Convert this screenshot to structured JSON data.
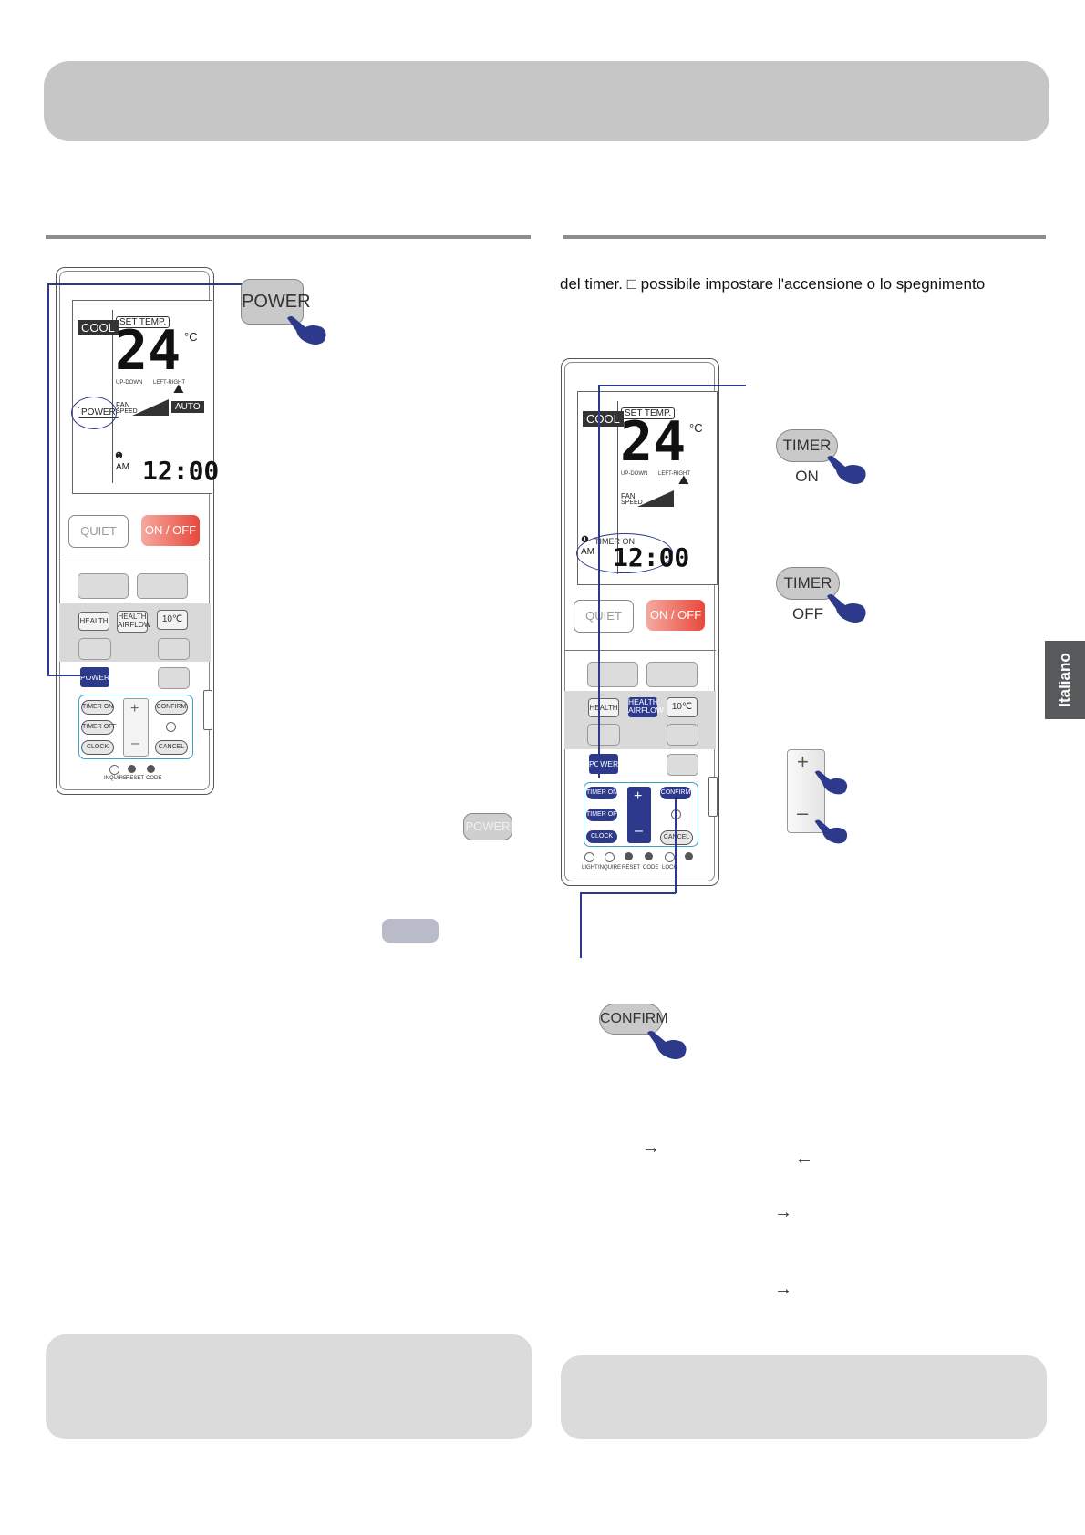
{
  "side_tab": {
    "label": "Italiano"
  },
  "timer_intro": {
    "text": "del timer. □ possibile impostare l'accensione o lo spegnimento"
  },
  "remote": {
    "mode": "COOL",
    "set_temp_label": "SET TEMP.",
    "temperature": "24",
    "temp_unit": "°C",
    "updown_label": "UP-DOWN",
    "leftright_label": "LEFT-RIGHT",
    "fan_label": "FAN",
    "speed_label": "SPEED",
    "power_indicator": "POWER",
    "auto_label": "AUTO",
    "timer_on_indicator": "TIMER ON",
    "am_label": "AM",
    "time": "12:00",
    "quiet": "QUIET",
    "on_off": "ON / OFF",
    "health": "HEALTH",
    "health_airflow_1": "HEALTH",
    "health_airflow_2": "AIRFLOW",
    "ten_c": "10℃",
    "power_button": "POWER",
    "timer_on": "TIMER ON",
    "timer_off": "TIMER OFF",
    "clock": "CLOCK",
    "confirm": "CONFIRM",
    "cancel": "CANCEL",
    "light": "LIGHT",
    "inquire": "INQUIRE",
    "reset": "RESET",
    "code": "CODE",
    "lock": "LOCK",
    "plus": "+",
    "minus": "–"
  },
  "callouts": {
    "power": "POWER",
    "power_small": "POWER",
    "timer_on": "TIMER ON",
    "timer_off": "TIMER OFF",
    "confirm": "CONFIRM",
    "plus": "+",
    "minus": "–"
  },
  "arrows": {
    "a1": "→",
    "a2": "←",
    "a3": "→",
    "a4": "→"
  }
}
